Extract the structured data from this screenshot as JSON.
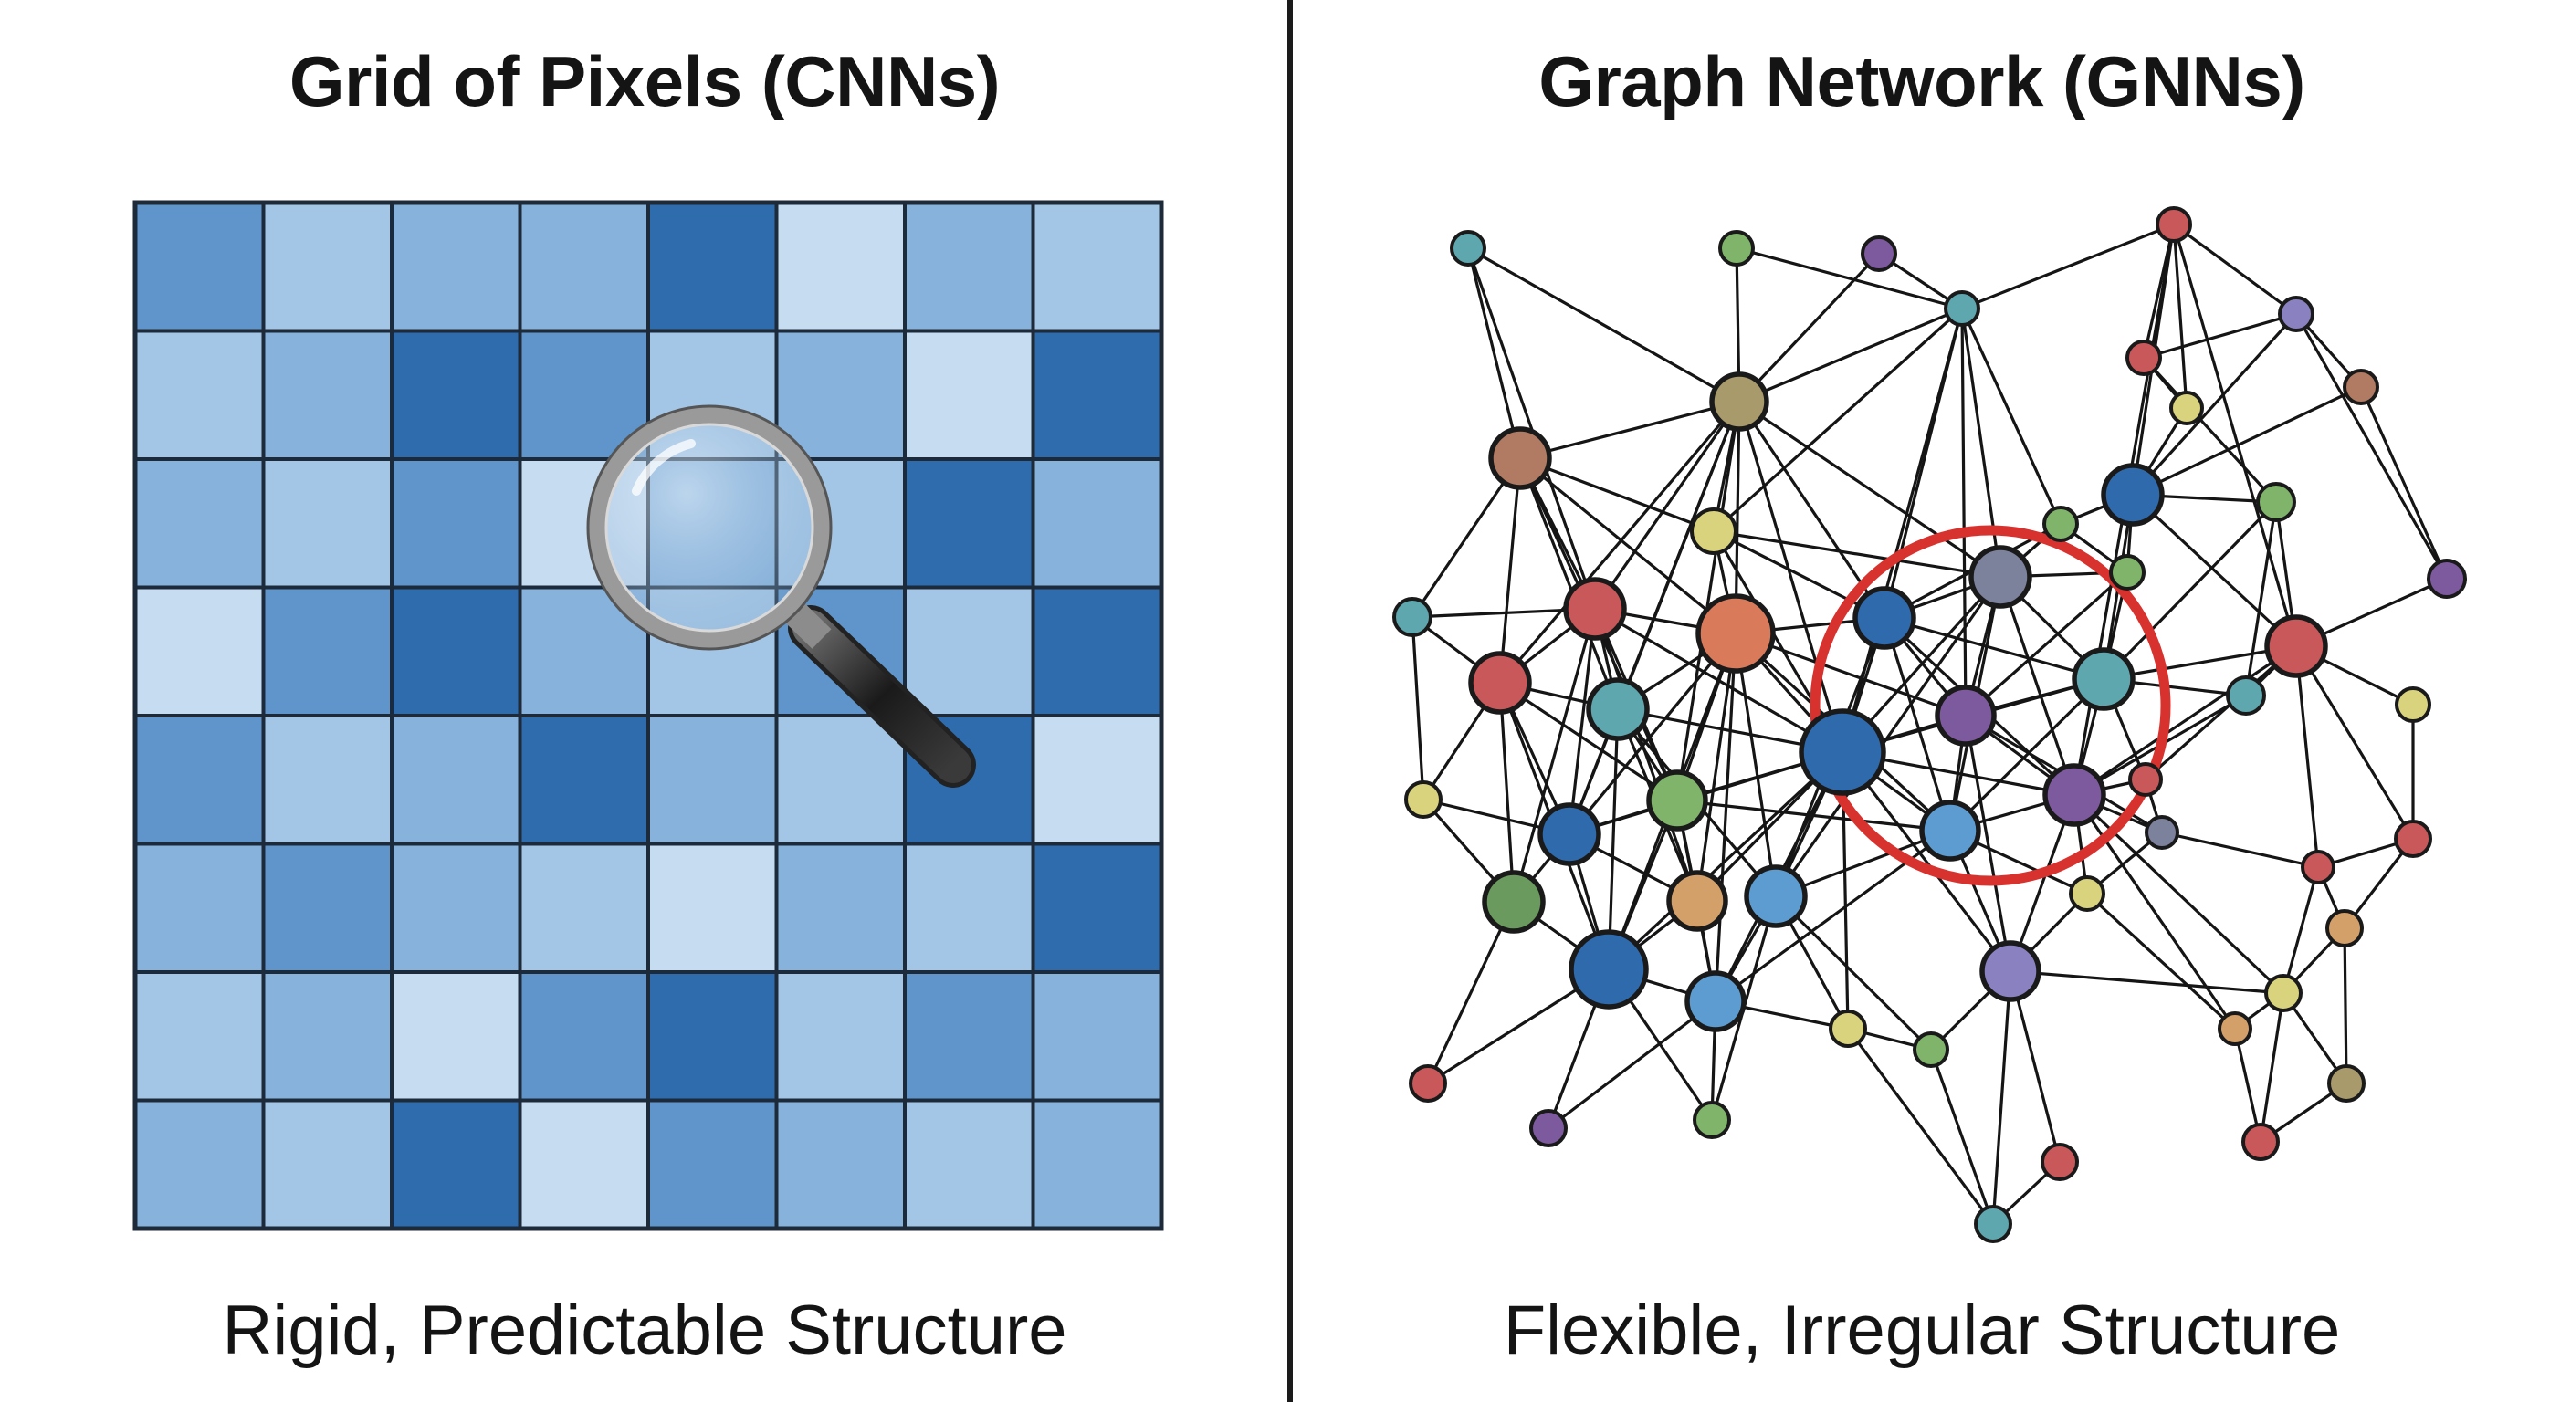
{
  "left_panel": {
    "title": "Grid of Pixels (CNNs)",
    "caption": "Rigid, Predictable Structure",
    "grid_rows": 8,
    "grid_cols": 8,
    "cell_shades": [
      [
        3,
        1,
        2,
        2,
        4,
        0,
        2,
        1
      ],
      [
        1,
        2,
        4,
        3,
        1,
        2,
        0,
        4
      ],
      [
        2,
        1,
        3,
        0,
        2,
        1,
        4,
        2
      ],
      [
        0,
        3,
        4,
        2,
        1,
        3,
        1,
        4
      ],
      [
        3,
        1,
        2,
        4,
        2,
        1,
        4,
        0
      ],
      [
        2,
        3,
        2,
        1,
        0,
        2,
        1,
        4
      ],
      [
        1,
        2,
        0,
        3,
        4,
        1,
        3,
        2
      ],
      [
        2,
        1,
        4,
        0,
        3,
        2,
        1,
        2
      ]
    ],
    "shade_palette": [
      "#c6dcf1",
      "#a4c6e6",
      "#86b2dc",
      "#5f95ca",
      "#2e6cad"
    ],
    "magnifier_icon": "magnifying-glass-icon"
  },
  "right_panel": {
    "title": "Graph Network (GNNs)",
    "caption": "Flexible, Irregular Structure",
    "highlight_color": "#d8322f",
    "node_colors": {
      "blue": "#2f6aad",
      "lightblue": "#5d9cd0",
      "teal": "#5fa7ae",
      "red": "#c9585a",
      "coral": "#d97a5b",
      "brown": "#b07b62",
      "olive": "#a99a6b",
      "yellow": "#d9d37e",
      "green": "#7fb46a",
      "darkgreen": "#6b9a5e",
      "purple": "#7d5a9e",
      "lavender": "#8a82c0",
      "slate": "#7c819c",
      "orange": "#d3a06a"
    }
  }
}
